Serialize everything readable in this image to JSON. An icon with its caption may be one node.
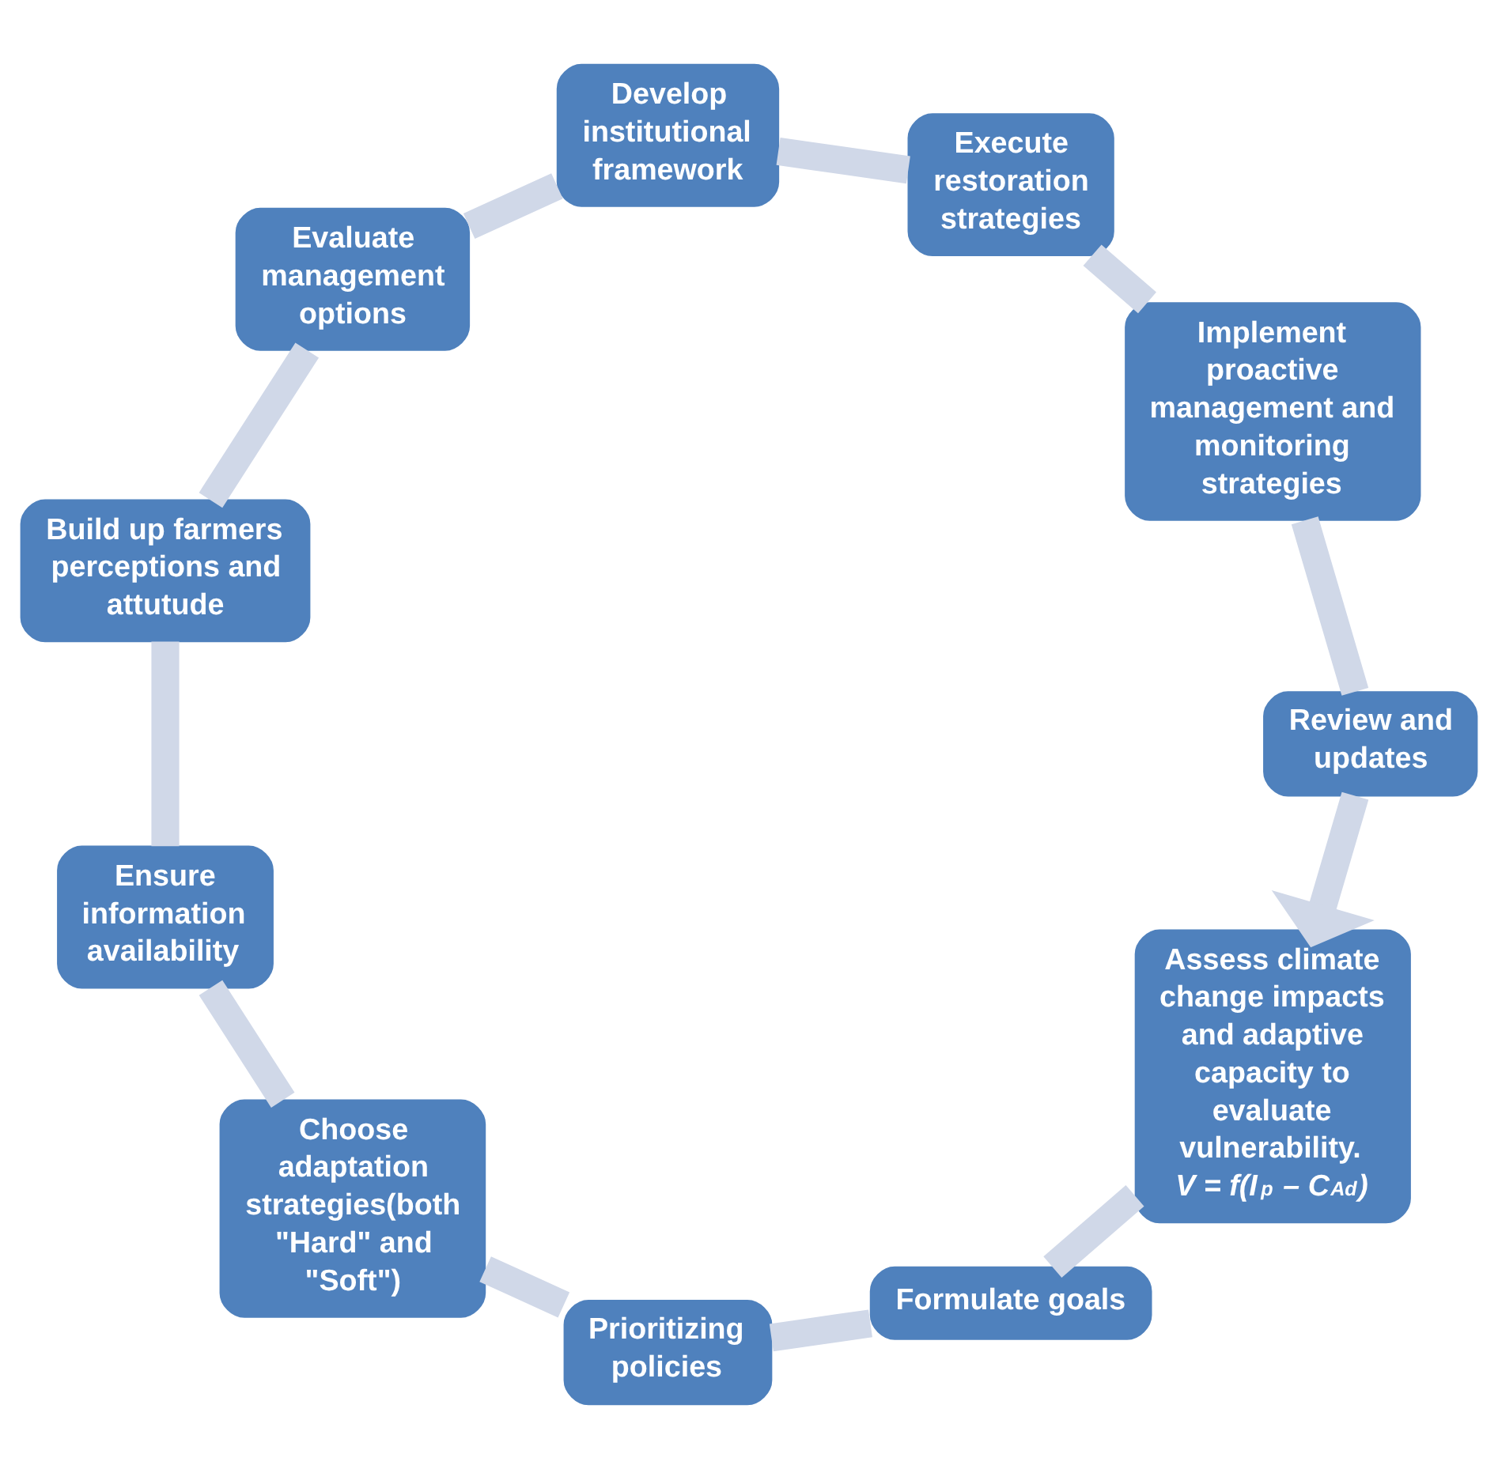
{
  "diagram": {
    "nodes": [
      {
        "text": [
          "Assess climate change impacts and adaptive capacity to evaluate vulnerability.",
          "V = f(I$_{p}$ – C$_{Ad}$)"
        ]
      },
      {
        "text": [
          "Formulate goals"
        ]
      },
      {
        "text": [
          "Prioritizing policies"
        ]
      },
      {
        "text": [
          "Choose adaptation strategies(both \"Hard\" and \"Soft\")"
        ]
      },
      {
        "text": [
          "Ensure information availability"
        ]
      },
      {
        "text": [
          "Build up farmers perceptions and attutude"
        ]
      },
      {
        "text": [
          "Evaluate management options"
        ]
      },
      {
        "text": [
          "Develop institutional framework"
        ]
      },
      {
        "text": [
          "Execute restoration strategies"
        ]
      },
      {
        "text": [
          "Implement proactive management and monitoring strategies"
        ]
      },
      {
        "text": [
          "Review and updates"
        ]
      }
    ],
    "edges": [
      {
        "from": 0,
        "to": 1,
        "arrow": "none"
      },
      {
        "from": 1,
        "to": 2,
        "arrow": "none"
      },
      {
        "from": 2,
        "to": 3,
        "arrow": "none"
      },
      {
        "from": 3,
        "to": 4,
        "arrow": "none"
      },
      {
        "from": 4,
        "to": 5,
        "arrow": "none"
      },
      {
        "from": 5,
        "to": 6,
        "arrow": "none"
      },
      {
        "from": 6,
        "to": 7,
        "arrow": "none"
      },
      {
        "from": 7,
        "to": 8,
        "arrow": "none"
      },
      {
        "from": 8,
        "to": 9,
        "arrow": "none"
      },
      {
        "from": 9,
        "to": 10,
        "arrow": "none"
      },
      {
        "from": 10,
        "to": 0,
        "arrow": "to"
      }
    ]
  }
}
